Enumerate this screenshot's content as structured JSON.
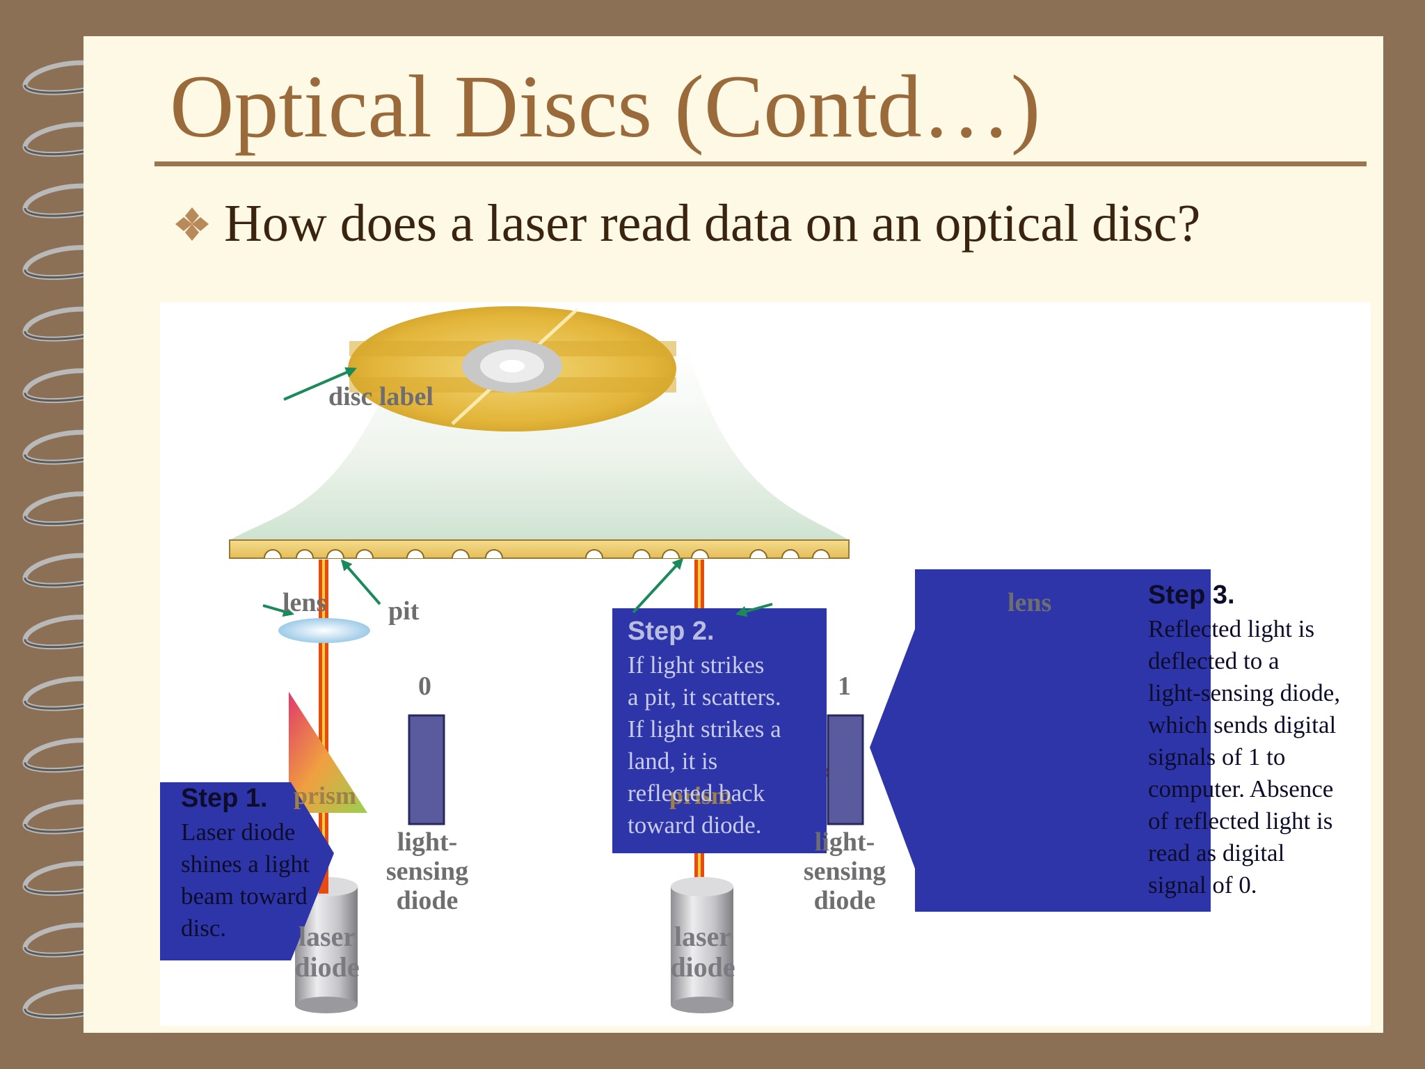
{
  "slide": {
    "title": "Optical Discs (Contd…)",
    "bullet": "How does a laser read data on an optical disc?",
    "bullet_icon": "four-diamond-bullet-icon",
    "colors": {
      "frame": "#8b7055",
      "paper": "#fdf9e4",
      "title": "#9a6a3a",
      "step_box": "#2e35a8",
      "beam": "#e84a10"
    }
  },
  "diagram": {
    "labels": {
      "disc_label": "disc label",
      "lens_left": "lens",
      "pit": "pit",
      "prism_left": "prism",
      "digit_zero": "0",
      "diode_left": "light-\nsensing\ndiode",
      "laser_left": "laser\ndiode",
      "lens_right": "lens",
      "prism_right": "prism",
      "digit_one": "1",
      "diode_right": "light-\nsensing\ndiode",
      "laser_right": "laser\ndiode"
    },
    "steps": [
      {
        "title": "Step 1.",
        "text": "Laser diode\nshines a light\nbeam toward\ndisc."
      },
      {
        "title": "Step 2.",
        "text": "If light strikes\na pit, it scatters.\nIf light strikes a\nland, it is\nreflected back\ntoward diode."
      },
      {
        "title": "Step 3.",
        "text": "Reflected light is\ndeflected to a\nlight-sensing diode,\nwhich sends digital\nsignals of 1 to\ncomputer. Absence\nof reflected light is\nread as digital\nsignal of 0."
      }
    ]
  }
}
